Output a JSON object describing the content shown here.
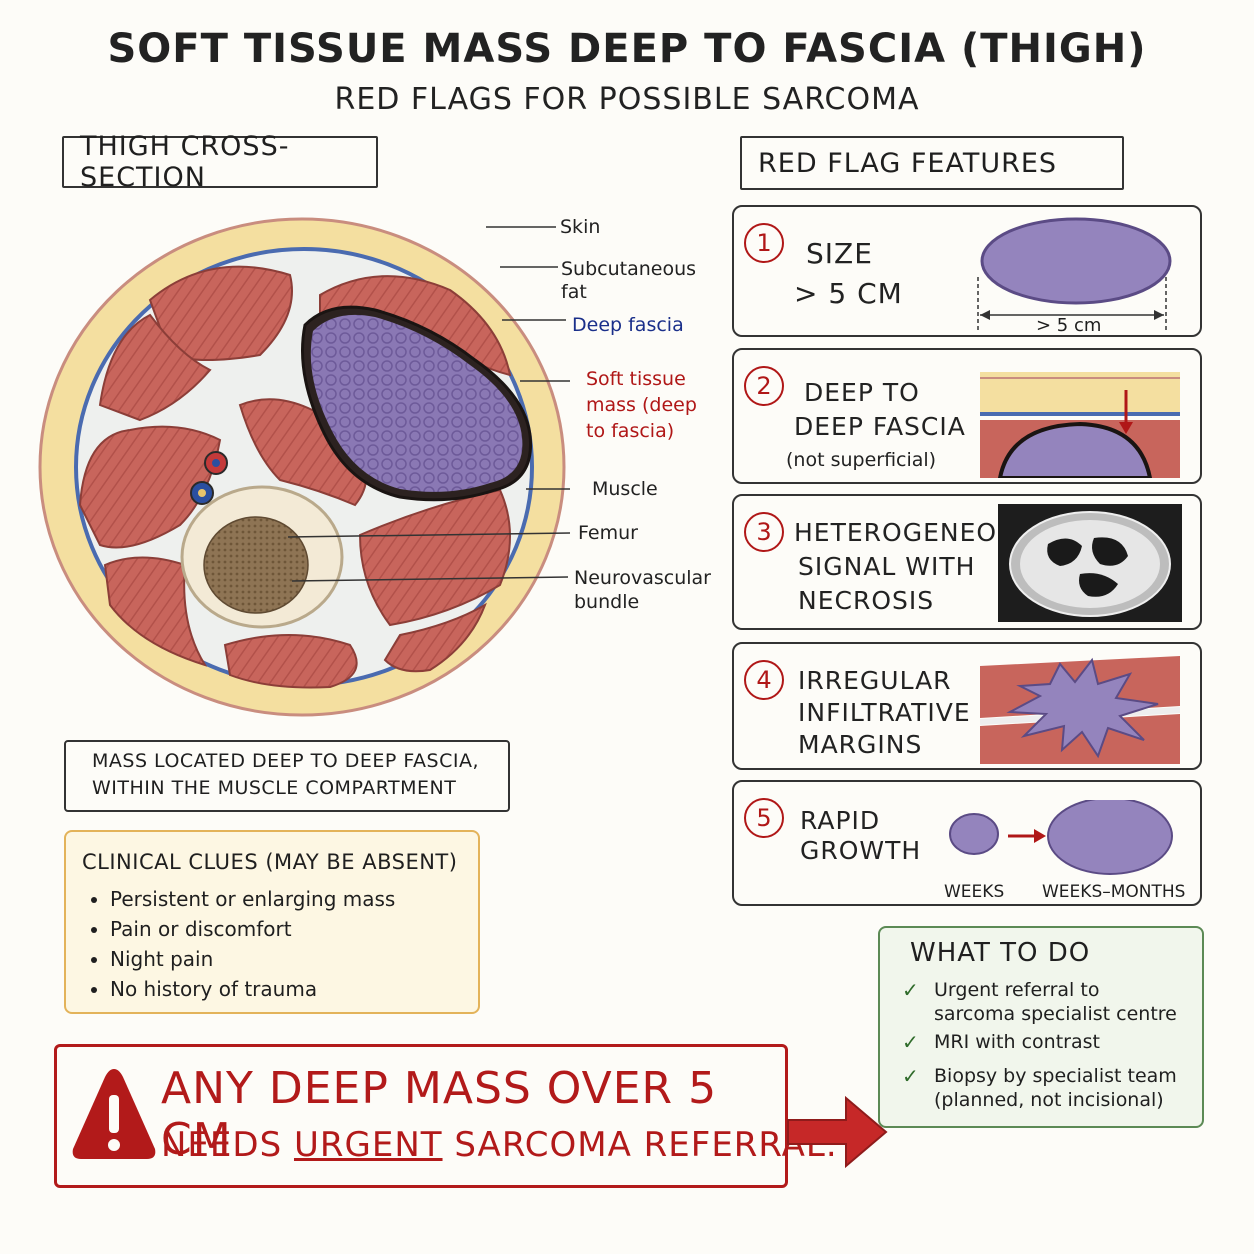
{
  "title": "SOFT TISSUE MASS DEEP TO FASCIA (THIGH)",
  "subtitle": "RED FLAGS FOR POSSIBLE SARCOMA",
  "left_panel": {
    "header": "THIGH CROSS-SECTION",
    "labels": {
      "skin": "Skin",
      "fat_1": "Subcutaneous",
      "fat_2": "fat",
      "fascia": "Deep fascia",
      "mass_1": "Soft tissue",
      "mass_2": "mass (deep",
      "mass_3": "to fascia)",
      "muscle": "Muscle",
      "femur": "Femur",
      "nv_1": "Neurovascular",
      "nv_2": "bundle"
    },
    "caption_1": "MASS LOCATED DEEP TO DEEP FASCIA,",
    "caption_2": "WITHIN THE MUSCLE COMPARTMENT"
  },
  "clinical_clues": {
    "title": "CLINICAL CLUES (MAY BE ABSENT)",
    "items": [
      "Persistent or enlarging mass",
      "Pain or discomfort",
      "Night pain",
      "No history of trauma"
    ]
  },
  "red_flags": {
    "header": "RED FLAG FEATURES",
    "cards": [
      {
        "num": "1",
        "line1": "SIZE",
        "line2": "> 5 CM",
        "note": "> 5 cm"
      },
      {
        "num": "2",
        "line1": "DEEP TO",
        "line2": "DEEP FASCIA",
        "line3": "(not superficial)"
      },
      {
        "num": "3",
        "line1": "HETEROGENEOUS",
        "line2": "SIGNAL WITH",
        "line3": "NECROSIS"
      },
      {
        "num": "4",
        "line1": "IRREGULAR",
        "line2": "INFILTRATIVE",
        "line3": "MARGINS"
      },
      {
        "num": "5",
        "line1": "RAPID",
        "line2": "GROWTH",
        "left_label": "WEEKS",
        "right_label": "WEEKS–MONTHS"
      }
    ]
  },
  "what_to_do": {
    "title": "WHAT TO DO",
    "items": [
      {
        "l1": "Urgent referral to",
        "l2": "sarcoma specialist centre"
      },
      {
        "l1": "MRI with contrast",
        "l2": ""
      },
      {
        "l1": "Biopsy by specialist team",
        "l2": "(planned, not incisional)"
      }
    ]
  },
  "warning": {
    "line1": "ANY DEEP MASS OVER 5 CM",
    "line2_a": "NEEDS",
    "line2_b": "URGENT",
    "line2_c": "SARCOMA REFERRAL."
  },
  "colors": {
    "muscle": "#c8655c",
    "fat": "#f4dfa0",
    "mass": "#8a78b4",
    "fascia_blue": "#4a6bb0",
    "red": "#b01717",
    "green": "#2f6b2a"
  }
}
